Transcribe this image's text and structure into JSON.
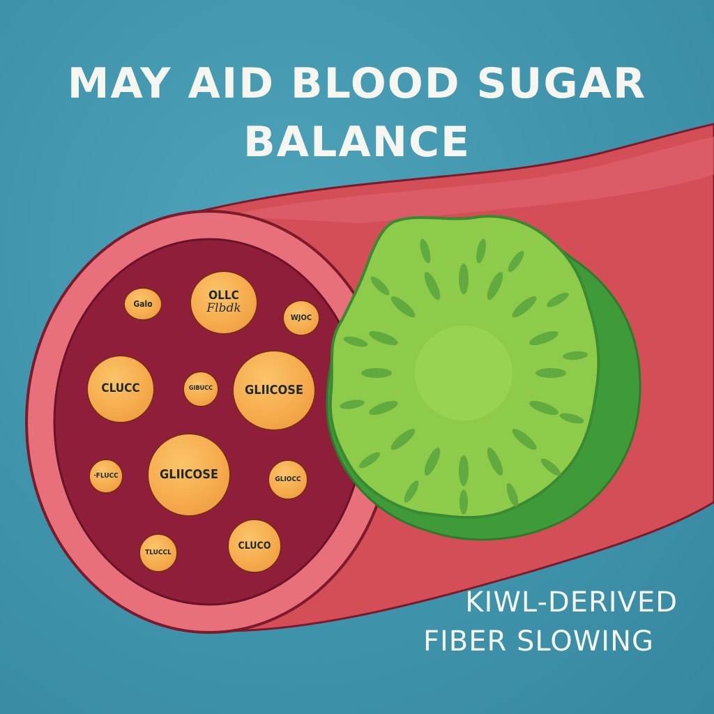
{
  "title": {
    "line1": "MAY AID BLOOD SUGAR",
    "line2": "BALANCE"
  },
  "caption": {
    "line1": "KIWL-DERIVED",
    "line2": "FIBER SLOWING"
  },
  "illustration": {
    "subject": "blood vessel cross-section with glucose molecules and kiwi slice",
    "vessel_icon": "blood-vessel",
    "fruit_icon": "kiwi-slice"
  },
  "glucose_molecules": [
    {
      "id": "g1",
      "label": "Galo"
    },
    {
      "id": "g2",
      "label": "OLLC",
      "sublabel": "Flbdk"
    },
    {
      "id": "g3",
      "label": "WJOC"
    },
    {
      "id": "g4",
      "label": "CLUCC"
    },
    {
      "id": "g5",
      "label": "GIBUCC"
    },
    {
      "id": "g6",
      "label": "GLIICOSE"
    },
    {
      "id": "g7",
      "label": "·FLUCC"
    },
    {
      "id": "g8",
      "label": "GLIICOSE"
    },
    {
      "id": "g9",
      "label": "GLIOCC"
    },
    {
      "id": "g10",
      "label": "TLUCCL"
    },
    {
      "id": "g11",
      "label": "CLUCO"
    }
  ],
  "colors": {
    "background": "#3f94ac",
    "vessel_outer": "#d9525a",
    "vessel_rim": "#e8707a",
    "vessel_lumen": "#8e1e3a",
    "glucose": "#f5a94a",
    "kiwi_flesh": "#8ecb4a",
    "kiwi_skin": "#3f9a3a",
    "kiwi_seed": "#5aa53f",
    "text": "#f4f6ef"
  }
}
